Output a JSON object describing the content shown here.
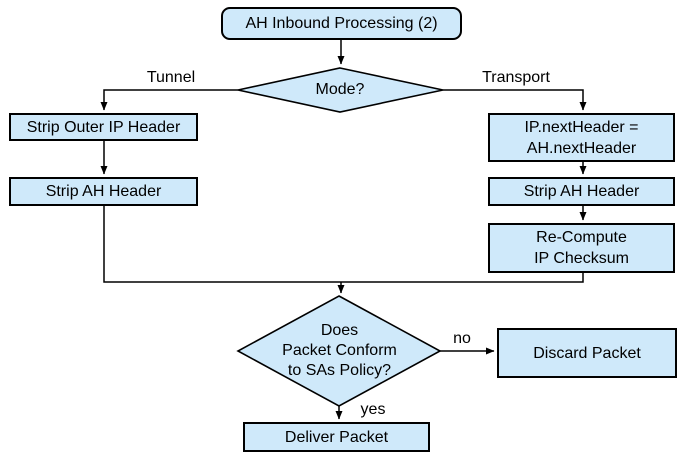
{
  "diagram": {
    "title": "AH Inbound Processing (2)",
    "type": "flowchart",
    "colors": {
      "background": "#ffffff",
      "node_fill": "#cfe9fa",
      "node_border": "#000000",
      "line": "#000000",
      "text": "#000000"
    },
    "nodes": {
      "start": {
        "label": "AH Inbound Processing (2)",
        "shape": "rounded-rect"
      },
      "mode_decision": {
        "label": "Mode?",
        "shape": "diamond"
      },
      "strip_outer_ip_header": {
        "label": "Strip Outer IP Header",
        "shape": "rect"
      },
      "strip_ah_header_left": {
        "label": "Strip AH Header",
        "shape": "rect"
      },
      "ip_next_header": {
        "label": "IP.nextHeader =\nAH.nextHeader",
        "shape": "rect"
      },
      "strip_ah_header_right": {
        "label": "Strip AH Header",
        "shape": "rect"
      },
      "recompute_ip_checksum": {
        "label": "Re-Compute\nIP Checksum",
        "shape": "rect"
      },
      "policy_decision": {
        "label": "Does\nPacket Conform\nto SAs Policy?",
        "shape": "diamond"
      },
      "discard_packet": {
        "label": "Discard Packet",
        "shape": "rect"
      },
      "deliver_packet": {
        "label": "Deliver Packet",
        "shape": "rect"
      }
    },
    "edges": [
      {
        "from": "start",
        "to": "mode_decision",
        "label": ""
      },
      {
        "from": "mode_decision",
        "to": "strip_outer_ip_header",
        "label": "Tunnel"
      },
      {
        "from": "mode_decision",
        "to": "ip_next_header",
        "label": "Transport"
      },
      {
        "from": "strip_outer_ip_header",
        "to": "strip_ah_header_left",
        "label": ""
      },
      {
        "from": "strip_ah_header_left",
        "to": "policy_decision",
        "label": ""
      },
      {
        "from": "ip_next_header",
        "to": "strip_ah_header_right",
        "label": ""
      },
      {
        "from": "strip_ah_header_right",
        "to": "recompute_ip_checksum",
        "label": ""
      },
      {
        "from": "recompute_ip_checksum",
        "to": "policy_decision",
        "label": ""
      },
      {
        "from": "policy_decision",
        "to": "discard_packet",
        "label": "no"
      },
      {
        "from": "policy_decision",
        "to": "deliver_packet",
        "label": "yes"
      }
    ]
  }
}
